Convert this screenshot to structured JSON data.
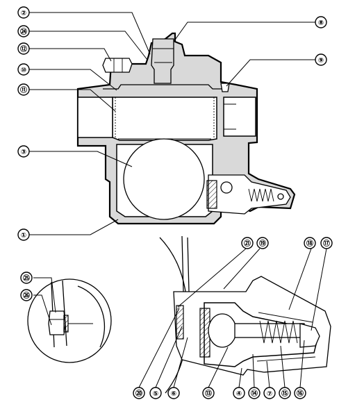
{
  "figure": {
    "callouts": {
      "c1": "①",
      "c2": "②",
      "c3": "③",
      "c4": "④",
      "c5": "⑤",
      "c6": "⑥",
      "c7": "⑦",
      "c8": "⑧",
      "c9": "⑨",
      "c10": "⑩",
      "c11": "⑪",
      "c12": "⑫",
      "c13": "⑬",
      "c14": "⑭",
      "c15": "⑮",
      "c16": "⑯",
      "c17": "⑰",
      "c18": "⑱",
      "c19": "⑲",
      "c20": "⑳",
      "c21": "㉑",
      "c24": "㉔",
      "c25": "㉕",
      "c26": "㉖"
    }
  }
}
